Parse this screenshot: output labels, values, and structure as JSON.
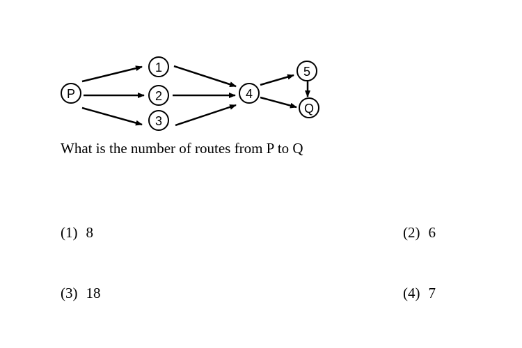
{
  "diagram": {
    "nodes": [
      {
        "id": "P",
        "label": "P"
      },
      {
        "id": "n1",
        "label": "1"
      },
      {
        "id": "n2",
        "label": "2"
      },
      {
        "id": "n3",
        "label": "3"
      },
      {
        "id": "n4",
        "label": "4"
      },
      {
        "id": "n5",
        "label": "5"
      },
      {
        "id": "Q",
        "label": "Q"
      }
    ],
    "edges": [
      {
        "from": "P",
        "to": "n1"
      },
      {
        "from": "P",
        "to": "n2"
      },
      {
        "from": "P",
        "to": "n3"
      },
      {
        "from": "n1",
        "to": "n4"
      },
      {
        "from": "n2",
        "to": "n4"
      },
      {
        "from": "n3",
        "to": "n4"
      },
      {
        "from": "n4",
        "to": "n5"
      },
      {
        "from": "n4",
        "to": "Q"
      },
      {
        "from": "n5",
        "to": "Q"
      }
    ]
  },
  "question": {
    "text": "What is the number of routes from P to Q"
  },
  "options": [
    {
      "num": "(1)",
      "value": "8"
    },
    {
      "num": "(2)",
      "value": "6"
    },
    {
      "num": "(3)",
      "value": "18"
    },
    {
      "num": "(4)",
      "value": "7"
    }
  ]
}
